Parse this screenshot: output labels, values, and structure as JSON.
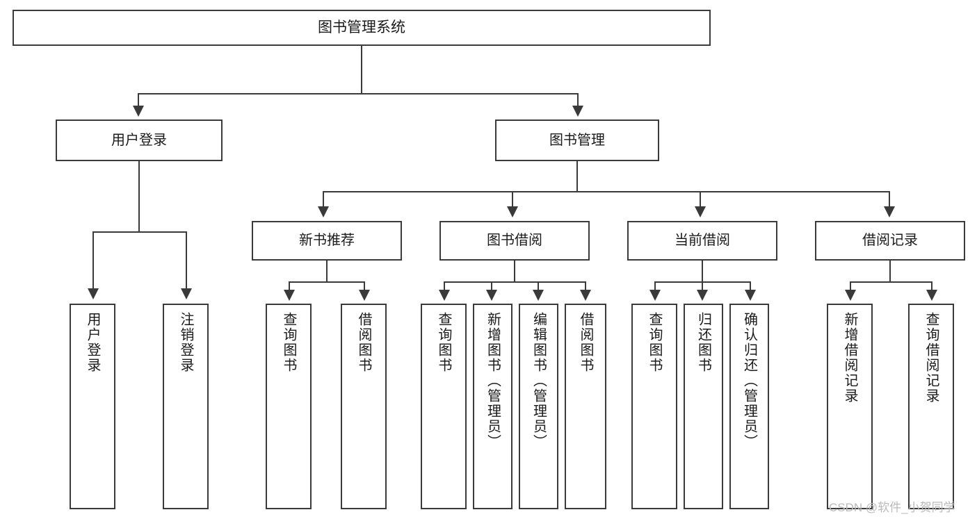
{
  "diagram": {
    "type": "tree",
    "title": "图书管理系统",
    "watermark": "CSDN @软件_小贺同学",
    "colors": {
      "stroke": "#3a3a3a",
      "fill": "#ffffff",
      "text": "#1a1a1a",
      "watermark": "#b9b9b9"
    },
    "root": {
      "label": "图书管理系统"
    },
    "level1": [
      {
        "label": "用户登录"
      },
      {
        "label": "图书管理"
      }
    ],
    "level2": [
      {
        "label": "新书推荐"
      },
      {
        "label": "图书借阅"
      },
      {
        "label": "当前借阅"
      },
      {
        "label": "借阅记录"
      }
    ],
    "leaves": [
      {
        "label": "用户登录",
        "parent": "用户登录"
      },
      {
        "label": "注销登录",
        "parent": "用户登录"
      },
      {
        "label": "查询图书",
        "parent": "新书推荐"
      },
      {
        "label": "借阅图书",
        "parent": "新书推荐"
      },
      {
        "label": "查询图书",
        "parent": "图书借阅"
      },
      {
        "label": "新增图书（管理员）",
        "parent": "图书借阅"
      },
      {
        "label": "编辑图书（管理员）",
        "parent": "图书借阅"
      },
      {
        "label": "借阅图书",
        "parent": "图书借阅"
      },
      {
        "label": "查询图书",
        "parent": "当前借阅"
      },
      {
        "label": "归还图书",
        "parent": "当前借阅"
      },
      {
        "label": "确认归还（管理员）",
        "parent": "当前借阅"
      },
      {
        "label": "新增借阅记录",
        "parent": "借阅记录"
      },
      {
        "label": "查询借阅记录",
        "parent": "借阅记录"
      }
    ]
  }
}
